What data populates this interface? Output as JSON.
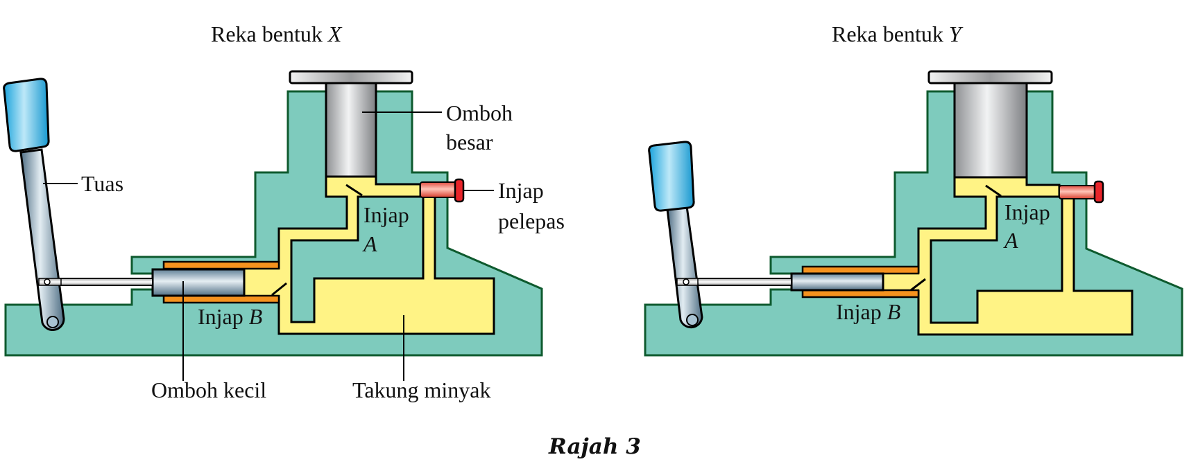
{
  "figure": {
    "caption": "Rajah 3",
    "colors": {
      "body": "#7ECBBD",
      "body_outline": "#0E5A2E",
      "oil": "#FFF385",
      "sleeve": "#F5921E",
      "handle_grip": "#29B6E8",
      "release_valve": "#E8242A"
    }
  },
  "design_x": {
    "title_main": "Reka bentuk ",
    "title_var": "X",
    "labels": {
      "large_piston_1": "Omboh",
      "large_piston_2": "besar",
      "lever": "Tuas",
      "release_valve_1": "Injap",
      "release_valve_2": "pelepas",
      "valve_a_1": "Injap",
      "valve_a_2": "A",
      "valve_b_main": "Injap ",
      "valve_b_var": "B",
      "small_piston": "Omboh kecil",
      "reservoir": "Takung minyak"
    }
  },
  "design_y": {
    "title_main": "Reka bentuk ",
    "title_var": "Y",
    "labels": {
      "valve_a_1": "Injap",
      "valve_a_2": "A",
      "valve_b_main": "Injap ",
      "valve_b_var": "B"
    }
  }
}
